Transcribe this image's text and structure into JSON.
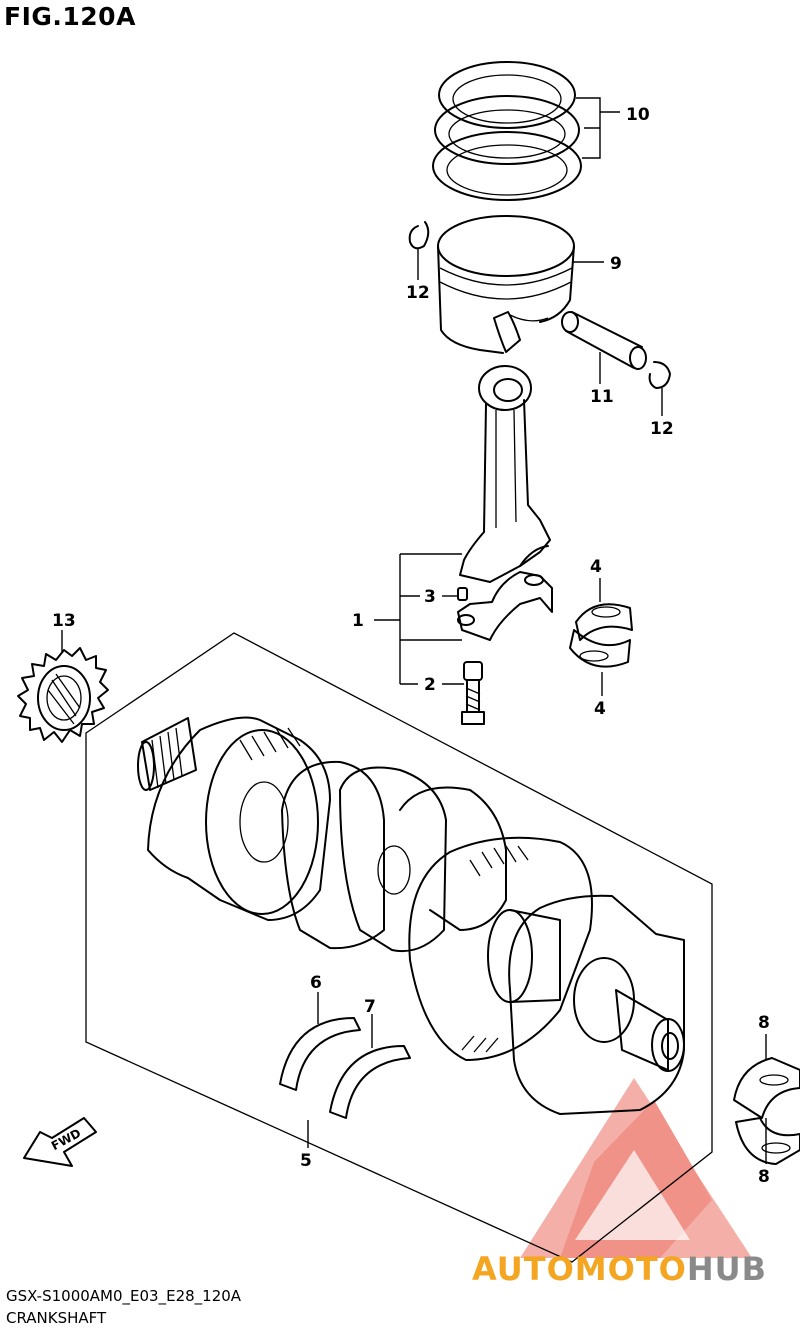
{
  "figure": {
    "title": "FIG.120A",
    "code": "GSX-S1000AM0_E03_E28_120A",
    "name": "CRANKSHAFT"
  },
  "callouts": {
    "c1": "1",
    "c2": "2",
    "c3": "3",
    "c4a": "4",
    "c4b": "4",
    "c5": "5",
    "c6": "6",
    "c7": "7",
    "c8a": "8",
    "c8b": "8",
    "c9": "9",
    "c10": "10",
    "c11": "11",
    "c12a": "12",
    "c12b": "12",
    "c13": "13"
  },
  "badge": {
    "fwd": "FWD"
  },
  "watermark": {
    "part1": "AUTOMOTO",
    "part2": "HUB",
    "color_primary": "#f0796a",
    "color_secondary": "#f4a623",
    "color_tertiary": "#8a8a8a"
  }
}
